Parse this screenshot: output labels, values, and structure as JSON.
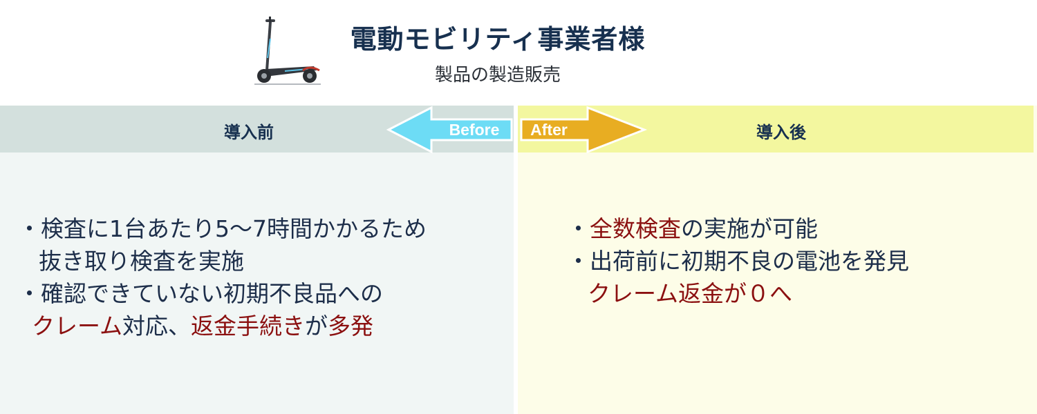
{
  "header": {
    "title": "電動モビリティ事業者様",
    "subtitle": "製品の製造販売",
    "image_icon": "electric-scooter-icon"
  },
  "before": {
    "heading": "導入前",
    "arrow_label": "Before",
    "arrow_color": "#6ddcf5",
    "items": [
      {
        "lines": [
          [
            "・検査に1台あたり5〜7時間かかるため"
          ],
          [
            "抜き取り検査を実施"
          ]
        ]
      },
      {
        "lines": [
          [
            "・確認できていない初期不良品への"
          ]
        ]
      }
    ],
    "line4": {
      "part1": "クレーム",
      "part2": "対応、",
      "part3": "返金手続き",
      "part4": "が",
      "part5": "多発"
    }
  },
  "after": {
    "heading": "導入後",
    "arrow_label": "After",
    "arrow_color": "#e8ad22",
    "line1": {
      "bullet": "・",
      "red": "全数検査",
      "rest": "の実施が可能"
    },
    "line2": "・出荷前に初期不良の電池を発見",
    "line3": "クレーム返金が０へ"
  },
  "colors": {
    "accent_red": "#8b1010",
    "before_header_bg": "#d3e0dd",
    "after_header_bg": "#f3f79f"
  }
}
